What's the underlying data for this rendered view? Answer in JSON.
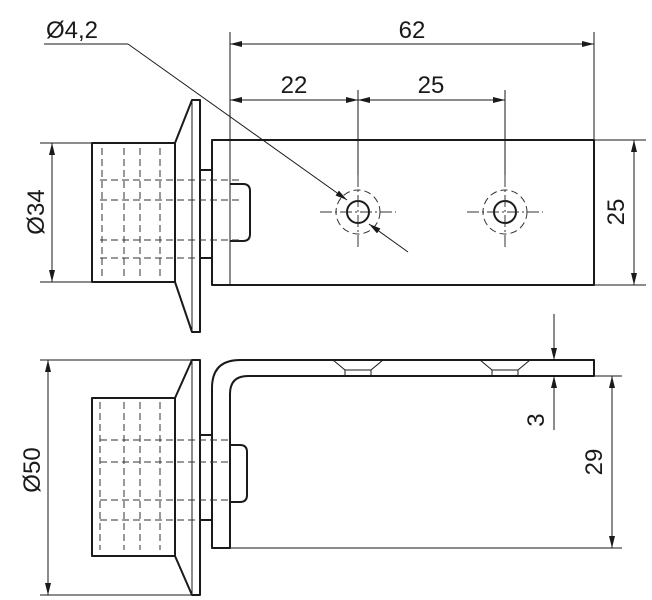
{
  "dimensions": {
    "hole_diameter": "Ø4,2",
    "overall_length": "62",
    "hole1_offset": "22",
    "hole_spacing": "25",
    "plate_width": "25",
    "cup_diameter": "Ø34",
    "flange_diameter": "Ø50",
    "plate_thickness": "3",
    "height": "29"
  }
}
